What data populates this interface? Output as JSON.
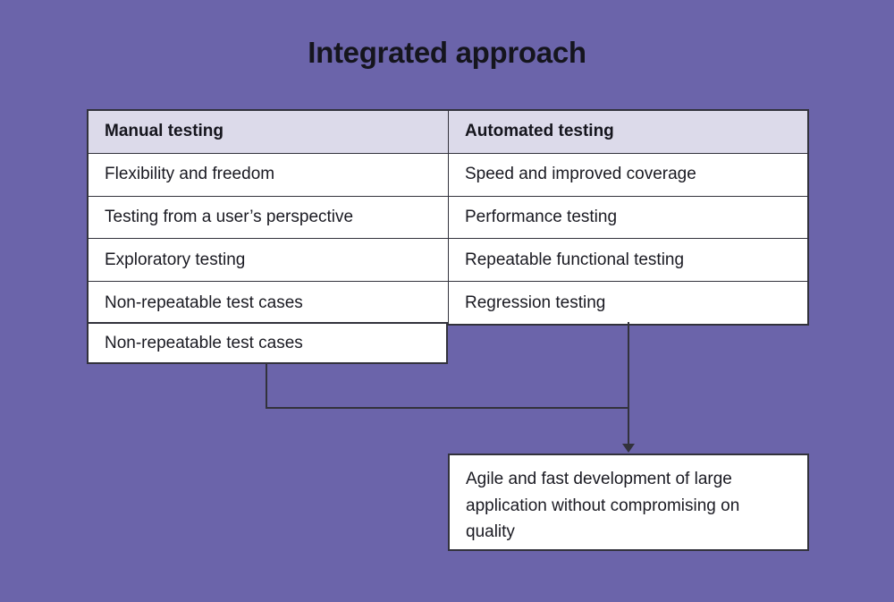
{
  "title": "Integrated approach",
  "table": {
    "headers": [
      "Manual testing",
      "Automated testing"
    ],
    "rows": [
      [
        "Flexibility and freedom",
        "Speed and improved coverage"
      ],
      [
        "Testing from a user’s perspective",
        "Performance testing"
      ],
      [
        "Exploratory testing",
        "Repeatable functional testing"
      ],
      [
        "Non-repeatable test cases",
        "Regression testing"
      ]
    ],
    "extra_row_left": "Non-repeatable test cases"
  },
  "result_box": {
    "text": "Agile and fast development of large application without compromising on quality"
  },
  "colors": {
    "background": "#6b64aa",
    "header_bg": "#dcdaea",
    "line": "#32323c",
    "cell_bg": "#ffffff",
    "text": "#1a1a22"
  }
}
